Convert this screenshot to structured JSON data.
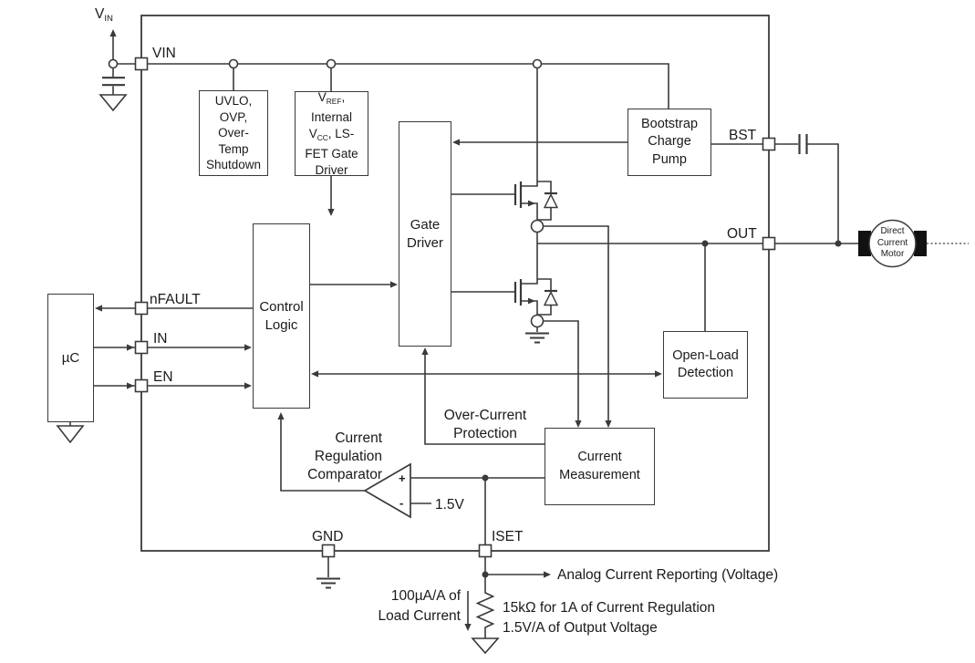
{
  "colors": {
    "line": "#3a3a3a",
    "text": "#1a1a1a"
  },
  "source": {
    "main": "V",
    "sub": "IN"
  },
  "pins": {
    "vin": "VIN",
    "nfault": "nFAULT",
    "in": "IN",
    "en": "EN",
    "bst": "BST",
    "out": "OUT",
    "gnd": "GND",
    "iset": "ISET"
  },
  "blocks": {
    "uvlo": [
      "UVLO,",
      "OVP,",
      "Over-",
      "Temp",
      "Shutdown"
    ],
    "vref": {
      "l1_pre": "V",
      "l1_sub": "REF",
      "l1_post": ",",
      "l2": "Internal",
      "l3_pre": "V",
      "l3_sub": "CC",
      "l3_post": ", LS-",
      "l4": "FET Gate",
      "l5": "Driver"
    },
    "bootstrap": [
      "Bootstrap",
      "Charge",
      "Pump"
    ],
    "gate_driver": [
      "Gate",
      "Driver"
    ],
    "control_logic": [
      "Control",
      "Logic"
    ],
    "open_load": [
      "Open-Load",
      "Detection"
    ],
    "current_measurement": [
      "Current",
      "Measurement"
    ],
    "mcu": "µC"
  },
  "comparator": {
    "label": [
      "Current",
      "Regulation",
      "Comparator"
    ],
    "plus": "+",
    "minus": "-",
    "reference": "1.5V"
  },
  "labels": {
    "over_current": [
      "Over-Current",
      "Protection"
    ],
    "analog_reporting": "Analog Current Reporting (Voltage)",
    "load_current": [
      "100µA/A of",
      "Load Current"
    ],
    "resistor_notes": [
      "15kΩ for 1A of Current Regulation",
      "1.5V/A of Output Voltage"
    ]
  },
  "motor": [
    "Direct",
    "Current",
    "Motor"
  ]
}
